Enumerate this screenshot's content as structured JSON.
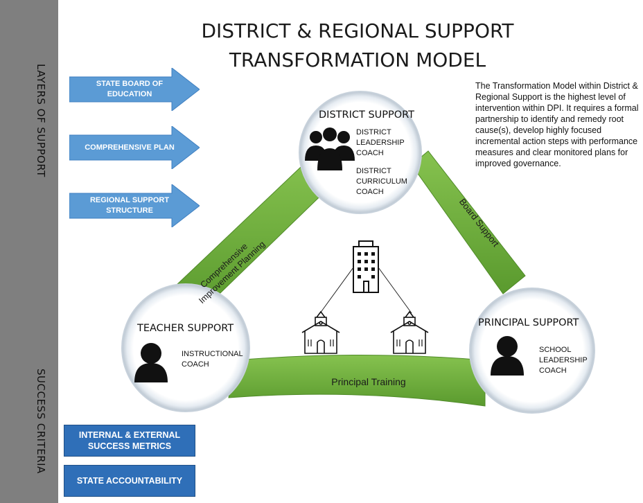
{
  "title": {
    "line1": "DISTRICT & REGIONAL SUPPORT",
    "line2": "TRANSFORMATION MODEL"
  },
  "sidebar": {
    "layers_label": "LAYERS OF SUPPORT",
    "success_label": "SUCCESS CRITERIA"
  },
  "layers": [
    {
      "label": "STATE BOARD OF EDUCATION"
    },
    {
      "label": "COMPREHENSIVE PLAN"
    },
    {
      "label": "REGIONAL SUPPORT STRUCTURE"
    }
  ],
  "description": "The Transformation Model within District & Regional Support is the highest level of intervention within DPI. It requires a formal partnership to identify and remedy root cause(s), develop highly focused incremental action steps with performance measures and clear monitored plans for improved governance.",
  "nodes": {
    "district": {
      "title": "DISTRICT SUPPORT",
      "coach1": "DISTRICT LEADERSHIP COACH",
      "coach2": "DISTRICT CURRICULUM COACH",
      "icon": "group-icon"
    },
    "teacher": {
      "title": "TEACHER SUPPORT",
      "coach": "INSTRUCTIONAL COACH",
      "icon": "person-icon"
    },
    "principal": {
      "title": "PRINCIPAL SUPPORT",
      "coach": "SCHOOL LEADERSHIP COACH",
      "icon": "person-icon"
    }
  },
  "connectors": {
    "left": [
      "Comprehensive",
      "Improvement Planning"
    ],
    "right": "Board Support",
    "bottom": "Principal Training"
  },
  "center_icons": [
    "office-building-icon",
    "school-icon",
    "school-icon"
  ],
  "success_criteria": [
    {
      "label": "INTERNAL & EXTERNAL SUCCESS METRICS"
    },
    {
      "label": "STATE ACCOUNTABILITY"
    }
  ],
  "colors": {
    "sidebar": "#7f7f7f",
    "arrow": "#5b9bd5",
    "connector": "#6aab3a",
    "criteria_box": "#2f6fb8"
  }
}
